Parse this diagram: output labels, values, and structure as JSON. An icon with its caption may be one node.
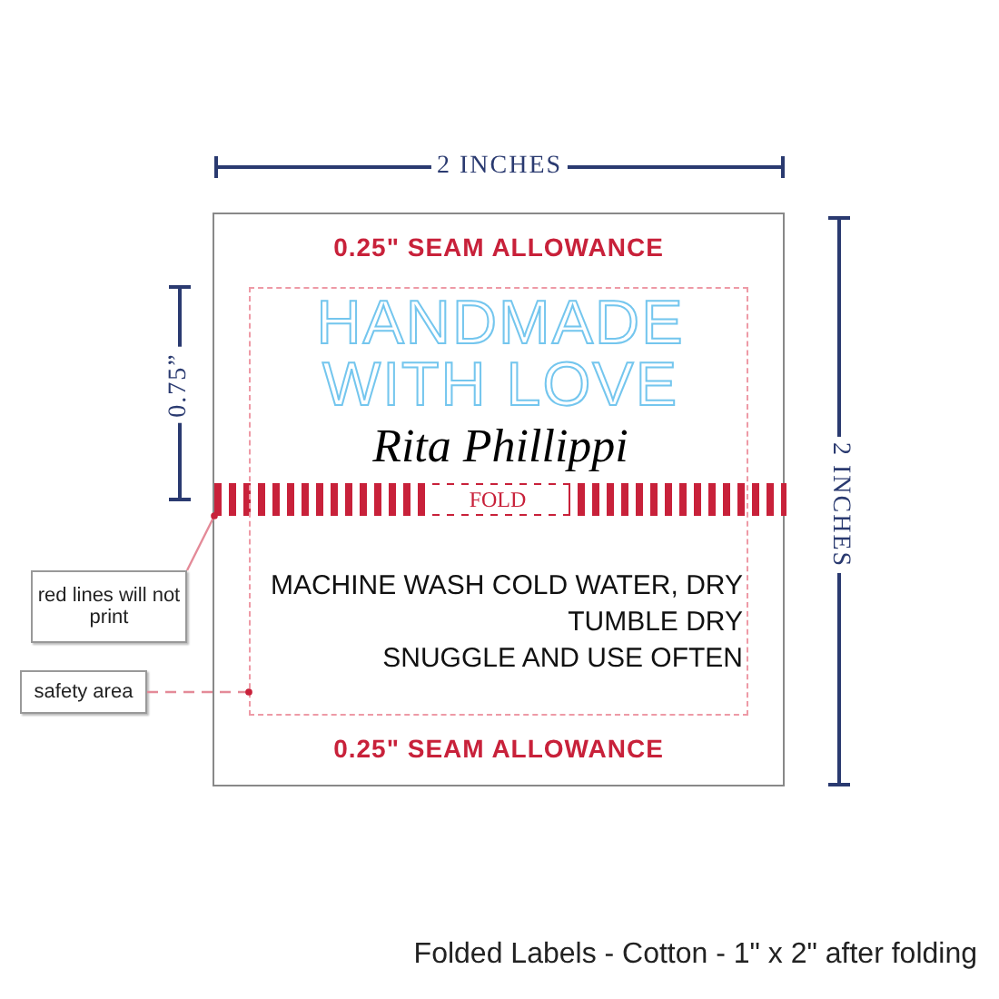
{
  "diagram": {
    "caption": "Folded Labels - Cotton - 1\" x 2\" after folding",
    "nodes": [
      {
        "text": [
          "0.25\" SEAM ALLOWANCE",
          "0.25\" SEAM ALLOWANCE"
        ]
      },
      {
        "text": [
          "HANDMADE WITH LOVE",
          "Rita Phillippi",
          "MACHINE WASH COLD WATER, DRY",
          "TUMBLE DRY",
          "SNUGGLE AND USE OFTEN"
        ],
        "in": 0
      },
      {
        "text": [
          "FOLD"
        ],
        "in": 0
      },
      {
        "text": [
          "red lines will not print"
        ]
      },
      {
        "text": [
          "safety area"
        ]
      }
    ],
    "edges": [
      {
        "from": 3,
        "to": 2,
        "arrow": "other"
      },
      {
        "from": 4,
        "to": 1,
        "arrow": "other",
        "style": "dashed"
      }
    ],
    "labels": [
      "2 INCHES",
      "0.75”",
      "2 INCHES"
    ]
  }
}
